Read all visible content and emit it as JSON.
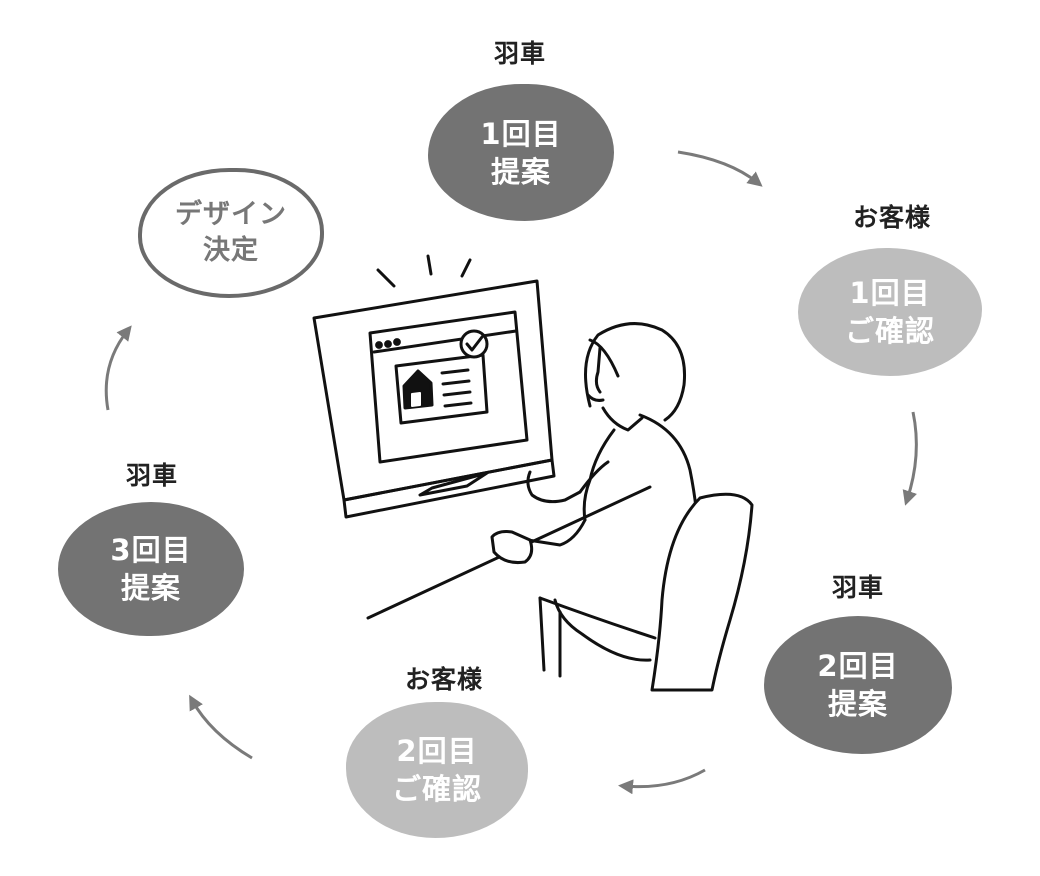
{
  "steps": [
    {
      "id": "proposal-1",
      "actor": "羽車",
      "line1": "1回目",
      "line2": "提案",
      "style": "dark"
    },
    {
      "id": "confirm-1",
      "actor": "お客様",
      "line1": "1回目",
      "line2": "ご確認",
      "style": "light"
    },
    {
      "id": "proposal-2",
      "actor": "羽車",
      "line1": "2回目",
      "line2": "提案",
      "style": "dark"
    },
    {
      "id": "confirm-2",
      "actor": "お客様",
      "line1": "2回目",
      "line2": "ご確認",
      "style": "light"
    },
    {
      "id": "proposal-3",
      "actor": "羽車",
      "line1": "3回目",
      "line2": "提案",
      "style": "dark"
    },
    {
      "id": "design-final",
      "actor": "",
      "line1": "デザイン",
      "line2": "決定",
      "style": "outline"
    }
  ],
  "colors": {
    "dark_blob": "#737373",
    "light_blob": "#bdbdbd",
    "outline": "#6a6a6a",
    "arrow": "#7a7a7a",
    "line_art": "#111111"
  },
  "illustration": {
    "subject": "person-at-computer-reviewing-design",
    "icons": [
      "monitor-icon",
      "checkmark-icon",
      "house-icon"
    ]
  }
}
